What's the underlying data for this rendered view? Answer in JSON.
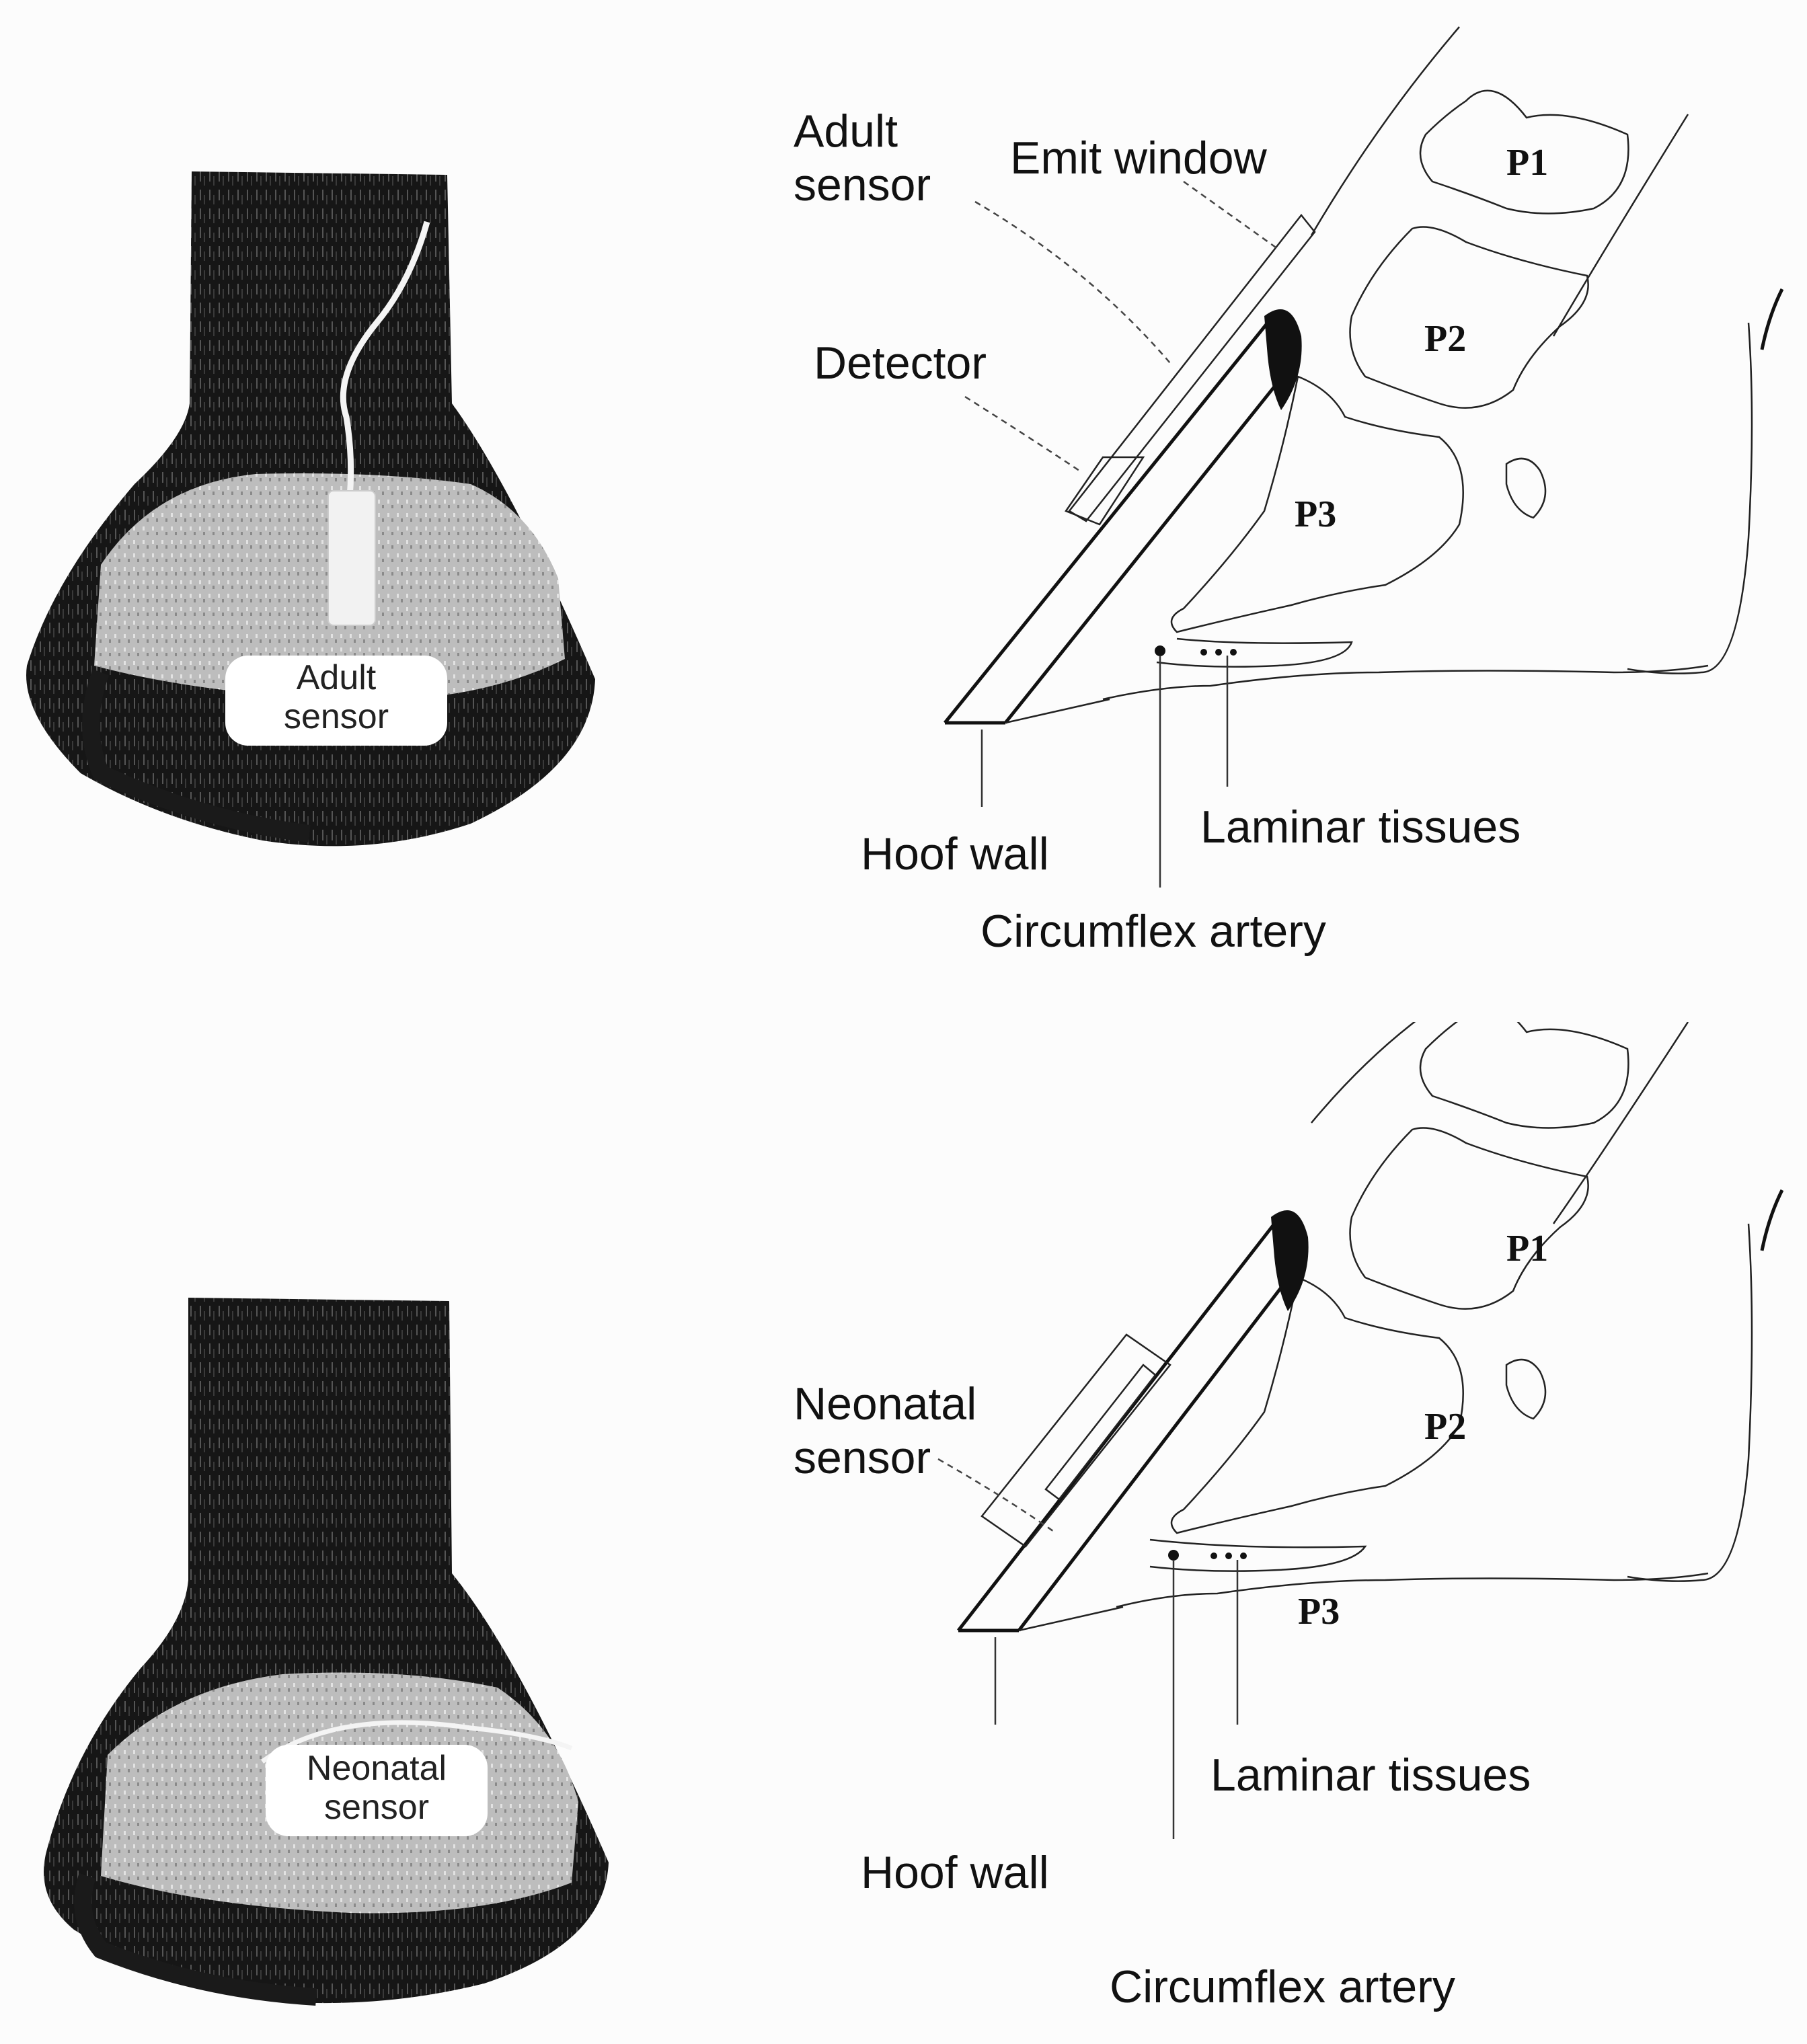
{
  "top": {
    "photo_label": "Adult sensor",
    "labels": {
      "adult_sensor_line1": "Adult",
      "adult_sensor_line2": "sensor",
      "emit_window": "Emit window",
      "detector": "Detector",
      "p1": "P1",
      "p2": "P2",
      "p3": "P3",
      "hoof_wall": "Hoof wall",
      "laminar_tissues": "Laminar tissues",
      "circumflex_artery": "Circumflex artery"
    }
  },
  "bottom": {
    "photo_label_line1": "Neonatal",
    "photo_label_line2": "sensor",
    "labels": {
      "neonatal_sensor_line1": "Neonatal",
      "neonatal_sensor_line2": "sensor",
      "p1": "P1",
      "p2": "P2",
      "p3": "P3",
      "hoof_wall": "Hoof wall",
      "laminar_tissues": "Laminar tissues",
      "circumflex_artery": "Circumflex artery"
    }
  }
}
